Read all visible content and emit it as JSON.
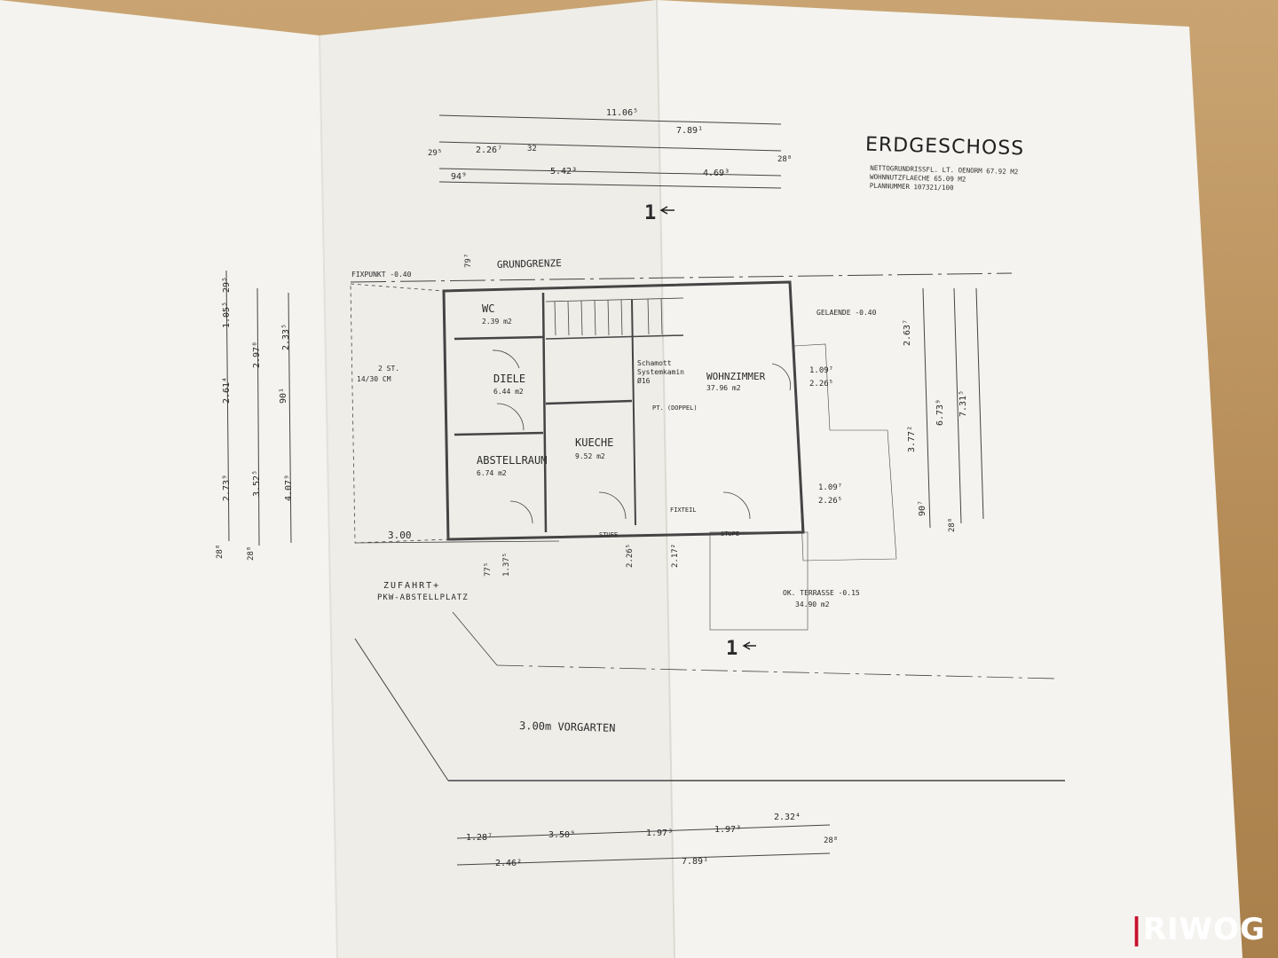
{
  "title": "ERDGESCHOSS",
  "info": {
    "line1": "NETTOGRUNDRISSFL. LT. OENORM 67.92 M2",
    "line2": "WOHNNUTZFLAECHE 65.09 M2",
    "line3": "PLANNUMMER 107321/100"
  },
  "labels": {
    "grundgrenze": "GRUNDGRENZE",
    "fixpunkt": "FIXPUNKT -0.40",
    "gelaende": "GELAENDE -0.40",
    "zufahrt1": "ZUFAHRT+",
    "zufahrt2": "PKW-ABSTELLPLATZ",
    "vorgarten": "3.00m VORGARTEN",
    "terrasse1": "OK. TERRASSE -0.15",
    "terrasse2": "34.90 m2",
    "schamott1": "Schamott",
    "schamott2": "Systemkamin",
    "schamott3": "Ø16",
    "doppel": "PT. (DOPPEL)",
    "stufe": "STUFE",
    "fixteil": "FIXTEIL",
    "section": "1",
    "stairs": "2 ST.",
    "stairs_size": "14/30 CM",
    "dim_300": "3.00"
  },
  "rooms": [
    {
      "name": "WC",
      "area": "2.39 m2"
    },
    {
      "name": "DIELE",
      "area": "6.44 m2"
    },
    {
      "name": "ABSTELLRAUM",
      "area": "6.74 m2"
    },
    {
      "name": "KUECHE",
      "area": "9.52 m2"
    },
    {
      "name": "WOHNZIMMER",
      "area": "37.96 m2"
    }
  ],
  "dimensions": {
    "top": [
      "11.06⁵",
      "7.89¹",
      "29⁵",
      "2.26⁷",
      "32",
      "28⁸",
      "94⁹",
      "5.42³",
      "4.69³"
    ],
    "bottom": [
      "1.28⁷",
      "3.50⁹",
      "1.97³",
      "1.97³",
      "2.32⁴",
      "28⁸",
      "2.46²",
      "7.89¹"
    ],
    "left": [
      "29⁵",
      "1.05⁵",
      "2.61⁴",
      "2.73⁹",
      "3.52⁵",
      "2.97⁸",
      "90¹",
      "4.07⁹",
      "2.33⁵",
      "28⁸",
      "28⁸"
    ],
    "right": [
      "2.63⁷",
      "3.77²",
      "6.73⁹",
      "7.31⁵",
      "90⁷",
      "28⁸"
    ],
    "inner": [
      "1.09⁷",
      "2.26⁵",
      "1.09⁷",
      "2.26⁵",
      "2.17²",
      "1.37⁵",
      "77⁵",
      "2.26⁵",
      "79⁷"
    ]
  },
  "brand": {
    "name": "RIWOG",
    "accent": "#c8102e"
  }
}
